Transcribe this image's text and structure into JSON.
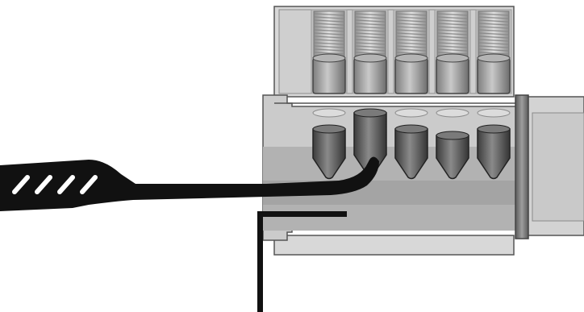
{
  "diagram": {
    "pin_count": 5,
    "driver_pins": [
      {
        "index": 1,
        "state": "seated-above-shear-line"
      },
      {
        "index": 2,
        "state": "seated-above-shear-line"
      },
      {
        "index": 3,
        "state": "seated-above-shear-line"
      },
      {
        "index": 4,
        "state": "seated-above-shear-line"
      },
      {
        "index": 5,
        "state": "seated-above-shear-line"
      }
    ],
    "key_pins": [
      {
        "index": 1,
        "set": false,
        "lifted_by_pick": false
      },
      {
        "index": 2,
        "set": false,
        "lifted_by_pick": true
      },
      {
        "index": 3,
        "set": false,
        "lifted_by_pick": false
      },
      {
        "index": 4,
        "set": false,
        "lifted_by_pick": false
      },
      {
        "index": 5,
        "set": false,
        "lifted_by_pick": false
      }
    ],
    "tools": [
      "hook-pick",
      "tension-wrench"
    ]
  },
  "colors": {
    "housing": "#d6d6d6",
    "housing_outline": "#555555",
    "plug": "#c4c4c4",
    "plug_lower": "#ababab",
    "driver_pin": "#9a9a9a",
    "key_pin": "#5f5f5f",
    "spring": "#bdbdbd",
    "tool": "#111111",
    "retaining_ring": "#7a7a7a"
  }
}
